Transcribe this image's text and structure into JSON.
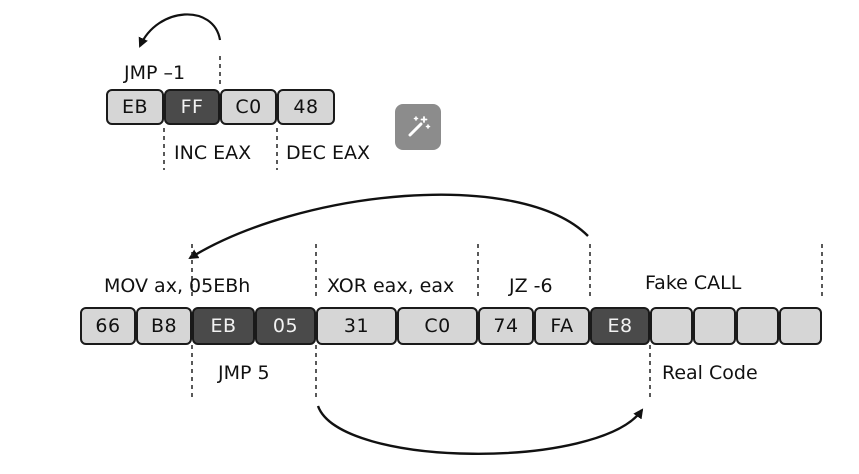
{
  "top_sequence": {
    "bytes": [
      "EB",
      "FF",
      "C0",
      "48"
    ],
    "label_jmp": "JMP –1",
    "label_inc": "INC EAX",
    "label_dec": "DEC EAX"
  },
  "bottom_sequence": {
    "bytes": [
      "66",
      "B8",
      "EB",
      "05",
      "31",
      "C0",
      "74",
      "FA",
      "E8"
    ],
    "empty_cells": 4,
    "label_mov": "MOV ax, 05EBh",
    "label_xor": "XOR eax, eax",
    "label_jz": "JZ -6",
    "label_fake_call": "Fake CALL",
    "label_jmp5": "JMP 5",
    "label_real_code": "Real Code"
  },
  "colors": {
    "light_byte": "#d6d6d6",
    "dark_byte": "#4a4a4a",
    "outline": "#1a1a1a"
  },
  "icons": {
    "floating_button": "magic-wand-icon"
  }
}
